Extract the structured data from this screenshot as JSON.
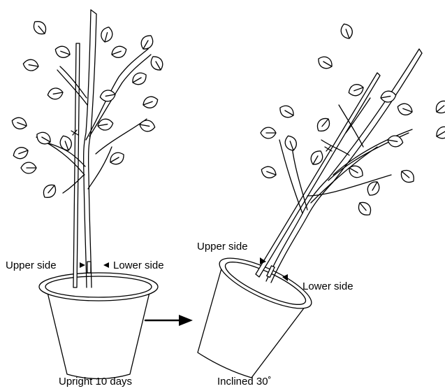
{
  "diagram": {
    "left_panel": {
      "upper_label": "Upper side",
      "lower_label": "Lower side",
      "caption": "Upright 10 days"
    },
    "right_panel": {
      "upper_label": "Upper side",
      "lower_label": "Lower side",
      "caption": "Inclined 30˚"
    },
    "colors": {
      "line": "#000000",
      "background": "#ffffff"
    },
    "icons": [
      "arrow-right-icon",
      "leaf-icon",
      "pot-icon",
      "stake-icon"
    ]
  }
}
